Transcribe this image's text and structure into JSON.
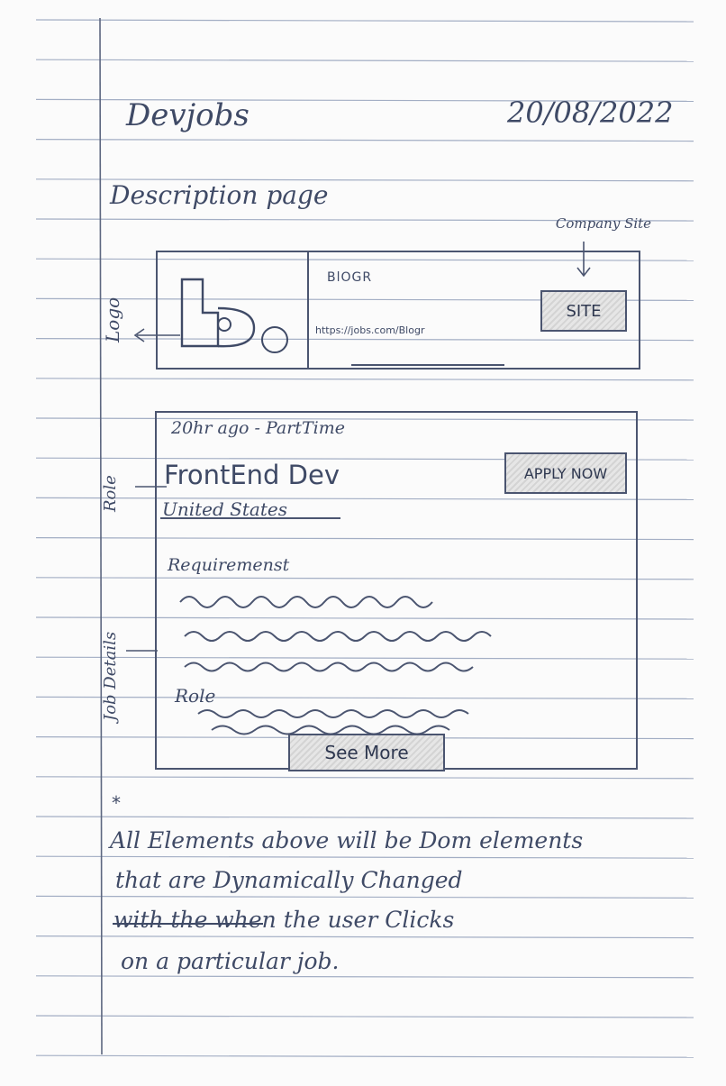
{
  "header": {
    "title": "Devjobs",
    "date": "20/08/2022"
  },
  "page_heading": "Description page",
  "company_card": {
    "side_label": "Logo",
    "logo_letters": "bo",
    "company_name": "BlOGR",
    "url": "https://jobs.com/Blogr",
    "site_button": "SITE",
    "site_annotation": "Company Site"
  },
  "job_card": {
    "meta": "20hr ago - PartTime",
    "title": "FrontEnd Dev",
    "location": "United States",
    "apply_button": "APPLY NOW",
    "requirements_heading": "Requiremenst",
    "role_heading": "Role",
    "see_more_button": "See More",
    "side_label_role": "Role",
    "side_label_details": "Job Details"
  },
  "note": {
    "lines": [
      "All Elements above will be Dom elements",
      "that are Dynamically Changed",
      "with the when the user Clicks",
      "on a particular job."
    ]
  },
  "colors": {
    "ink": "#3f4a66",
    "ruled_line": "#9aa6bd",
    "margin_line": "#5d6780",
    "button_fill": "#dcdcdc"
  }
}
